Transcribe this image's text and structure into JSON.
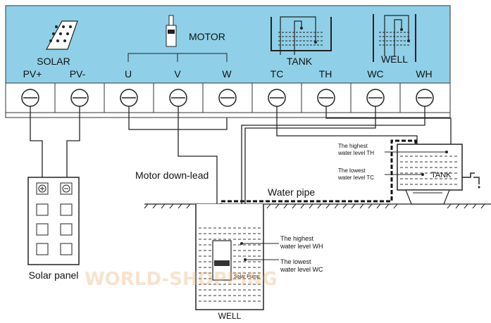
{
  "panel": {
    "color": "#8FD0E8",
    "groups": {
      "solar": "SOLAR",
      "motor": "MOTOR",
      "tank": "TANK",
      "well": "WELL"
    },
    "terminals": [
      {
        "id": "pv-plus",
        "label": "PV+"
      },
      {
        "id": "pv-minus",
        "label": "PV-"
      },
      {
        "id": "u",
        "label": "U"
      },
      {
        "id": "v",
        "label": "V"
      },
      {
        "id": "w",
        "label": "W"
      },
      {
        "id": "tc",
        "label": "TC"
      },
      {
        "id": "th",
        "label": "TH"
      },
      {
        "id": "wc",
        "label": "WC"
      },
      {
        "id": "wh",
        "label": "WH"
      }
    ]
  },
  "labels": {
    "motor_down_lead": "Motor down-lead",
    "water_pipe": "Water pipe",
    "solar_panel": "Solar panel",
    "well_bottom": "WELL",
    "tank_label": "TANK",
    "solar_pump": "Solar Pump",
    "tank_highest_line1": "The highest",
    "tank_highest_line2": "water level  TH",
    "tank_lowest_line1": "The lowest",
    "tank_lowest_line2": "water level  TC",
    "well_highest_line1": "The highest",
    "well_highest_line2": "water level WH",
    "well_lowest_line1": "The lowest",
    "well_lowest_line2": "water level WC"
  },
  "watermark": "WORLD-SHOPPING"
}
